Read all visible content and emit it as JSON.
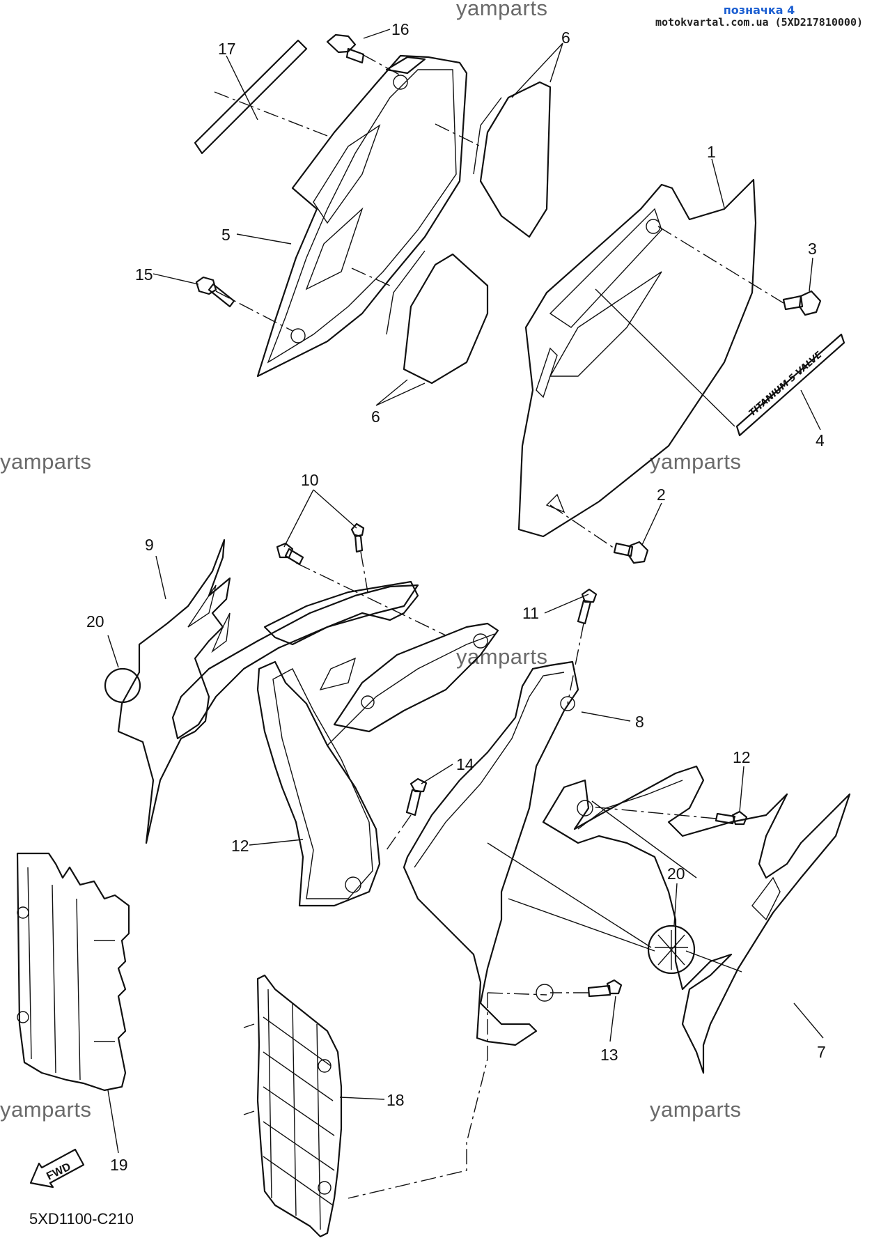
{
  "header": {
    "title": "позначка 4",
    "subtitle": "motokvartal.com.ua (5XD217810000)"
  },
  "watermark": "yamparts",
  "diagram_code": "5XD1100-C210",
  "fwd_label": "FWD",
  "decal_text": "TITANIUM 5 VALVE",
  "callouts": [
    "1",
    "2",
    "3",
    "4",
    "5",
    "6",
    "6",
    "7",
    "8",
    "9",
    "10",
    "11",
    "12",
    "12",
    "13",
    "14",
    "15",
    "16",
    "17",
    "18",
    "19",
    "20",
    "20"
  ],
  "colors": {
    "header_title": "#1c5fd1",
    "line": "#111111",
    "watermark": "#6a6a6a"
  }
}
